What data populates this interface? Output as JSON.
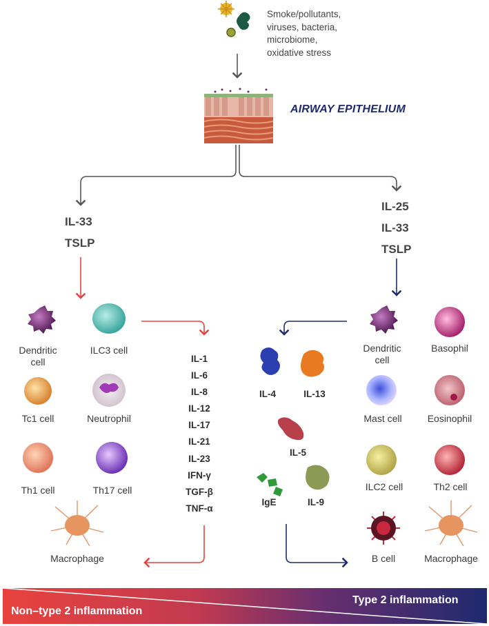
{
  "triggers": {
    "lines": [
      "Smoke/pollutants,",
      "viruses, bacteria,",
      "microbiome,",
      "oxidative stress"
    ]
  },
  "epithelium": {
    "label": "AIRWAY EPITHELIUM"
  },
  "left_mediators": [
    "IL-33",
    "TSLP"
  ],
  "right_mediators": [
    "IL-25",
    "IL-33",
    "TSLP"
  ],
  "left_cells": {
    "dendritic": "Dendritic cell",
    "ilc3": "ILC3 cell",
    "tc1": "Tc1 cell",
    "neutrophil": "Neutrophil",
    "th1": "Th1 cell",
    "th17": "Th17 cell",
    "macrophage": "Macrophage"
  },
  "non_type2_cytokines": [
    "IL-1",
    "IL-6",
    "IL-8",
    "IL-12",
    "IL-17",
    "IL-21",
    "IL-23",
    "IFN-γ",
    "TGF-β",
    "TNF-α"
  ],
  "type2_cytokines": {
    "il4": "IL-4",
    "il13": "IL-13",
    "il5": "IL-5",
    "ige": "IgE",
    "il9": "IL-9"
  },
  "right_cells": {
    "dendritic": "Dendritic cell",
    "basophil": "Basophil",
    "mast": "Mast cell",
    "eosinophil": "Eosinophil",
    "ilc2": "ILC2 cell",
    "th2": "Th2 cell",
    "bcell": "B cell",
    "macrophage": "Macrophage"
  },
  "spectrum": {
    "left_label": "Non–type 2 inflammation",
    "right_label": "Type 2 inflammation"
  },
  "colors": {
    "non_type2_arrow": "#e8423e",
    "type2_arrow": "#1e2a6e",
    "neutral_arrow": "#555555"
  }
}
